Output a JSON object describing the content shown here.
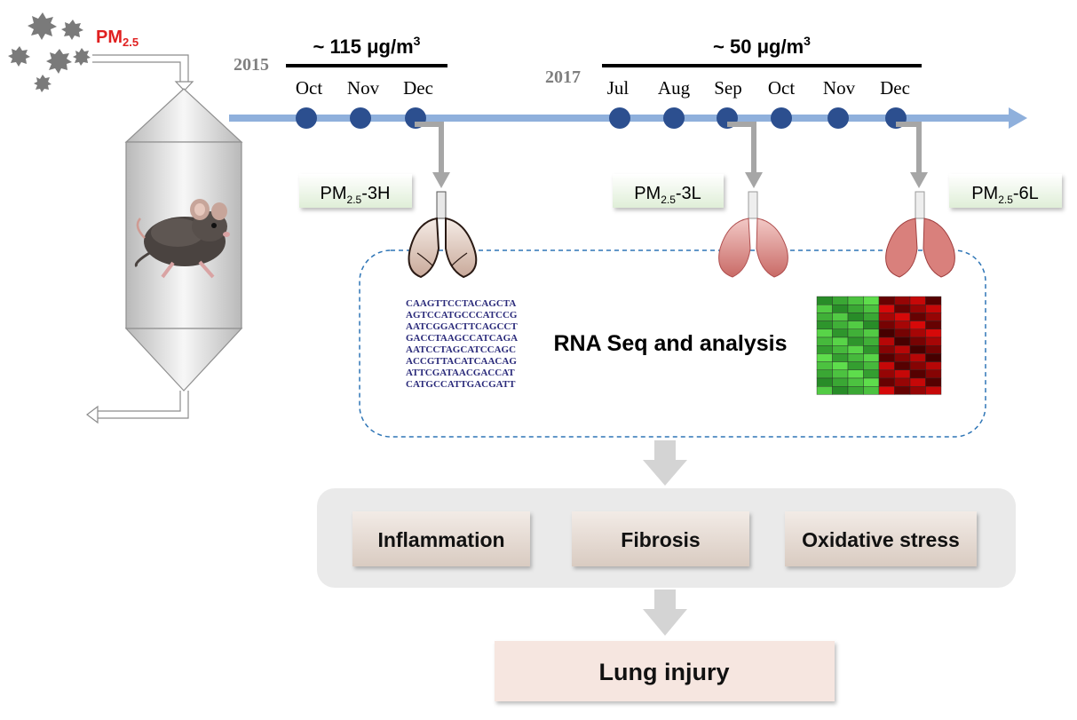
{
  "pm_source": {
    "label": "PM",
    "sub": "2.5"
  },
  "timeline": {
    "year_2015": "2015",
    "year_2017": "2017",
    "conc_high": "~ 115 μg/m",
    "conc_low": "~ 50 μg/m",
    "conc_sup": "3",
    "months_2015": [
      "Oct",
      "Nov",
      "Dec"
    ],
    "months_2017": [
      "Jul",
      "Aug",
      "Sep",
      "Oct",
      "Nov",
      "Dec"
    ]
  },
  "groups": [
    {
      "prefix": "PM",
      "sub": "2.5",
      "suffix": "-3H"
    },
    {
      "prefix": "PM",
      "sub": "2.5",
      "suffix": "-3L"
    },
    {
      "prefix": "PM",
      "sub": "2.5",
      "suffix": "-6L"
    }
  ],
  "sequence_lines": [
    "CAAGTTCCTACAGCTA",
    "AGTCCATGCCCATCCG",
    "AATCGGACTTCAGCCT",
    "GACCTAAGCCATCAGA",
    "AATCCTAGCATCCAGC",
    "ACCGTTACATCAACAG",
    "ATTCGATAACGACCAT",
    "CATGCCATTGACGATT"
  ],
  "analysis_label": "RNA Seq and analysis",
  "outcomes": [
    "Inflammation",
    "Fibrosis",
    "Oxidative stress"
  ],
  "final_outcome": "Lung injury",
  "colors": {
    "timeline": "#8fb0dc",
    "dot": "#2c4f8f",
    "arrow_gray": "#a6a6a6",
    "pm_red": "#e02020",
    "dashed": "#2e75b6"
  }
}
